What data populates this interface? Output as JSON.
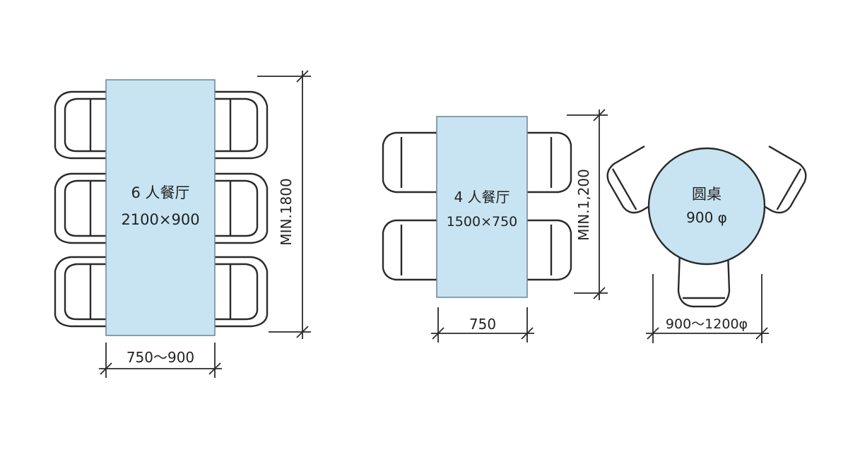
{
  "colors": {
    "table": "#c8e4f2",
    "line": "#2a2a2a"
  },
  "table6": {
    "title": "6 人餐厅",
    "size": "2100×900",
    "dim_height": "MIN.1800",
    "dim_width": "750～900"
  },
  "table4": {
    "title": "4 人餐厅",
    "size": "1500×750",
    "dim_height": "MIN.1,200",
    "dim_width": "750"
  },
  "round": {
    "title": "圆桌",
    "size": "900 φ",
    "dim_width": "900～1200φ"
  }
}
